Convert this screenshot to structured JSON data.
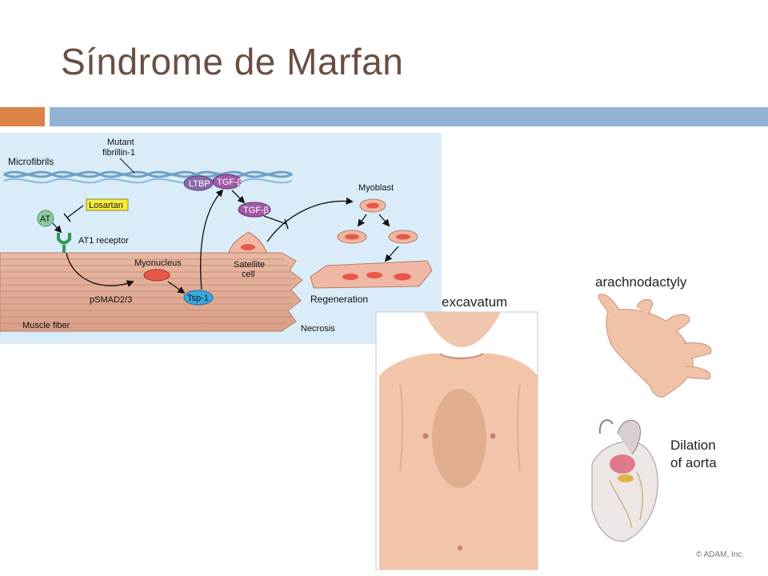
{
  "slide": {
    "title": "Síndrome de Marfan",
    "accent_orange": "#dd8246",
    "accent_blue": "#93b3d4",
    "title_color": "#6b4e43"
  },
  "pathway": {
    "microfibrils": "Microfibrils",
    "mutant_line1": "Mutant",
    "mutant_line2": "fibrillin-1",
    "ltbp": "LTBP",
    "tgf_bound": "TGF-β",
    "tgf_free": "TGF-β",
    "at": "AT",
    "losartan": "Losartan",
    "at1_receptor": "AT1 receptor",
    "myonucleus": "Myonucleus",
    "psmad": "pSMAD2/3",
    "tsp1": "Tsp-1",
    "satellite_line1": "Satellite",
    "satellite_line2": "cell",
    "myoblast": "Myoblast",
    "regeneration": "Regeneration",
    "muscle_fiber": "Muscle fiber",
    "necrosis": "Necrosis"
  },
  "illustration": {
    "excavatum_label": "excavatum",
    "arachnodactyly_label": "arachnodactyly",
    "dilation_line1": "Dilation",
    "dilation_line2": "of aorta",
    "copyright": "© ADAM, Inc."
  }
}
